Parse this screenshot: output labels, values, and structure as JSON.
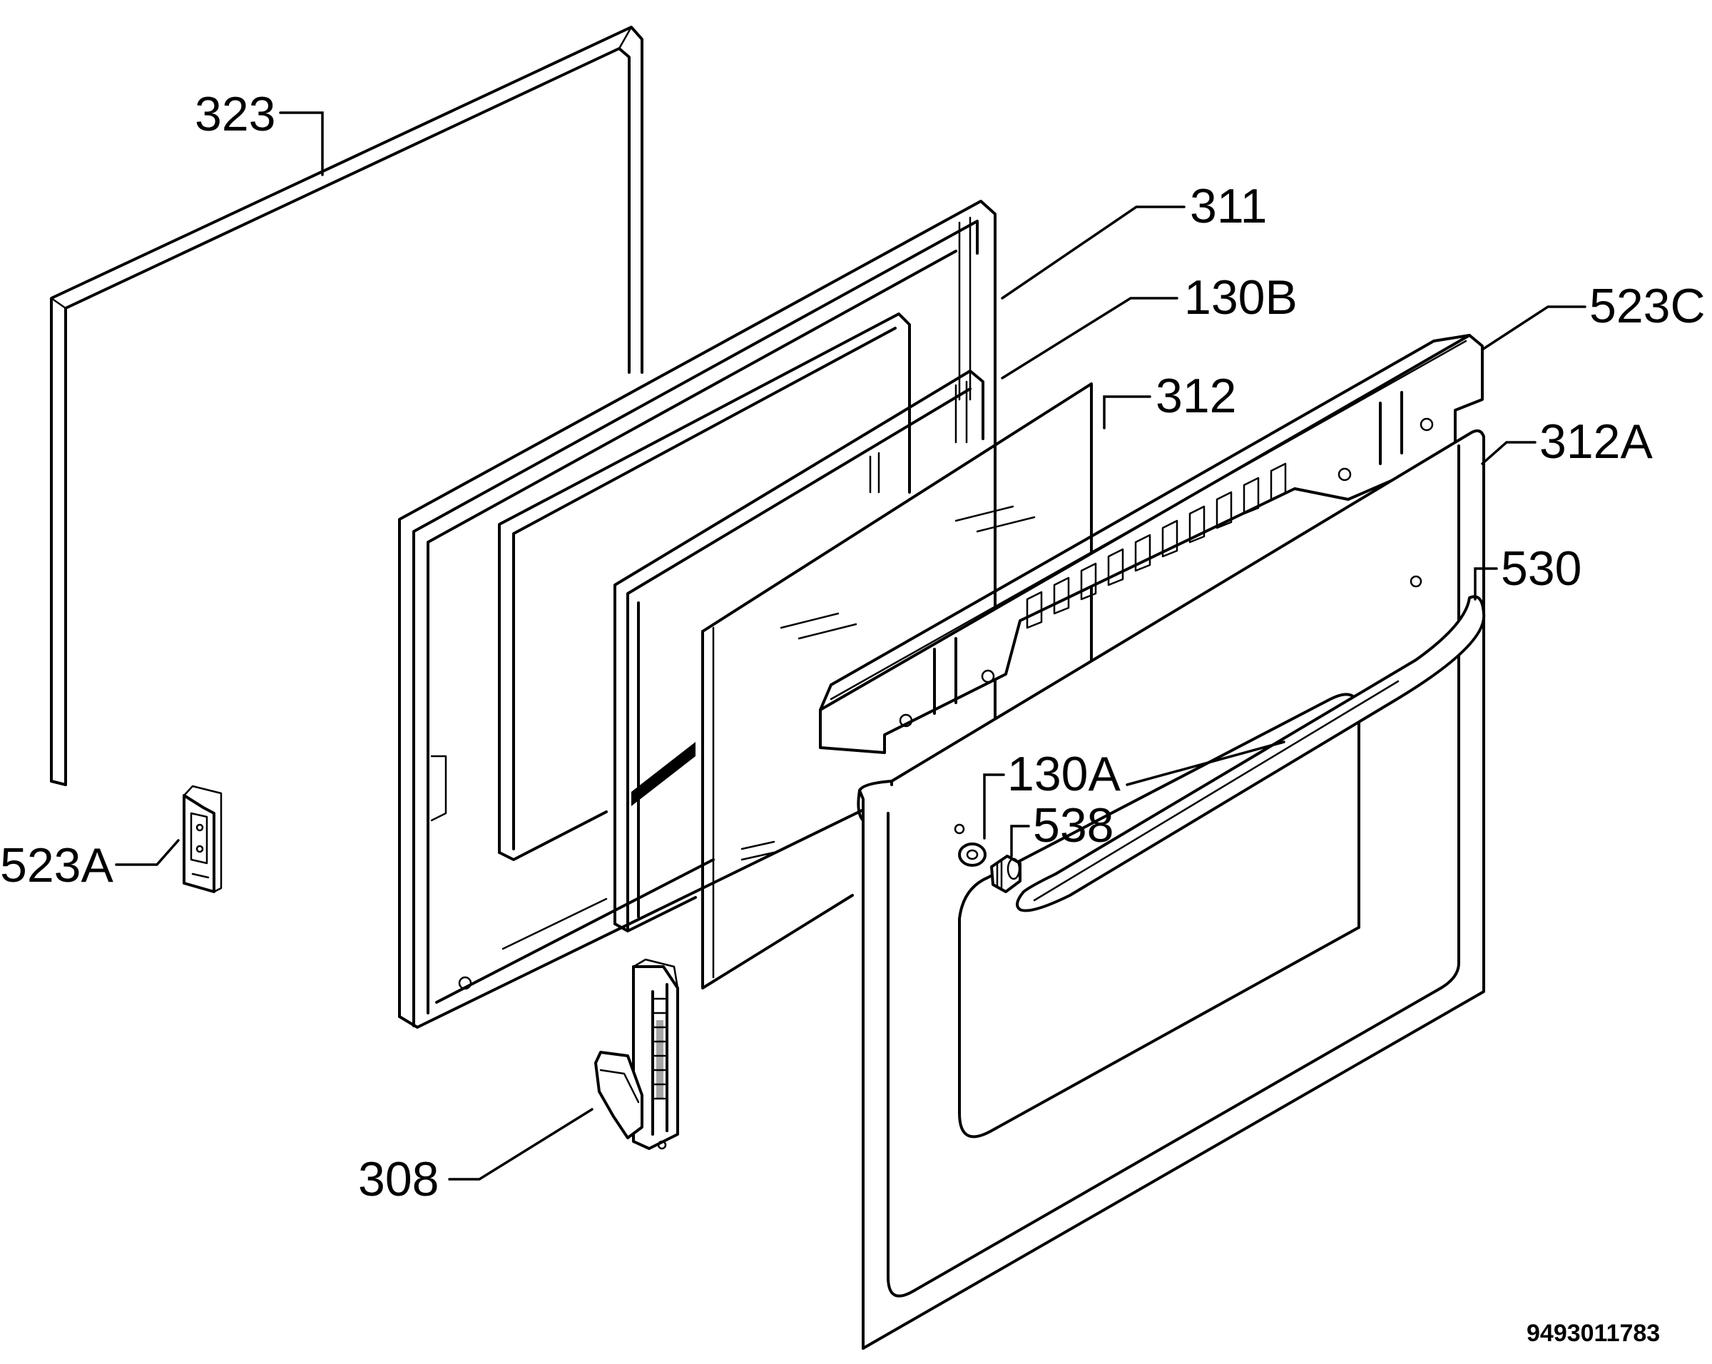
{
  "labels": {
    "p323": "323",
    "p311": "311",
    "p130b": "130B",
    "p312": "312",
    "p523c": "523C",
    "p312a": "312A",
    "p530": "530",
    "p130a": "130A",
    "p538": "538",
    "p523a": "523A",
    "p308": "308"
  },
  "drawing_code": "9493011783"
}
